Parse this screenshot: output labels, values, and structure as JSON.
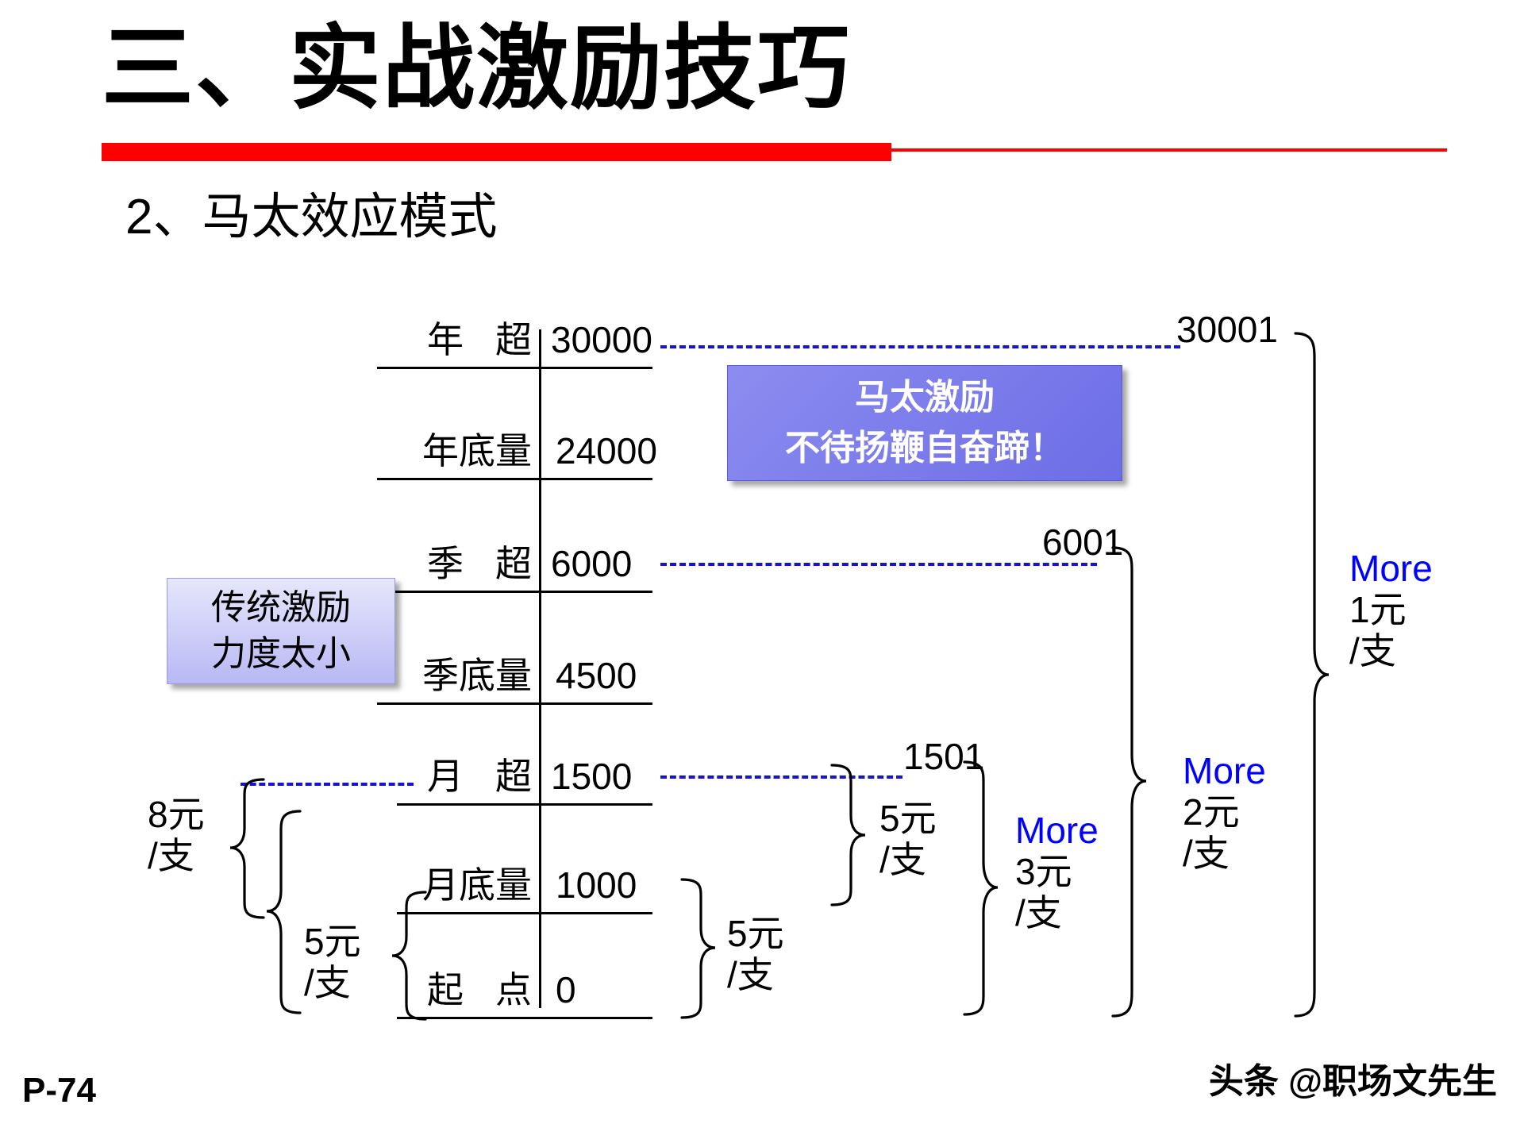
{
  "header": {
    "title": "三、实战激励技巧",
    "subtitle": "2、马太效应模式"
  },
  "scale_rows": [
    {
      "label_left": "年",
      "label_right": "超",
      "value": "30000"
    },
    {
      "label_left": "年底量",
      "label_right": "",
      "value": "24000"
    },
    {
      "label_left": "季",
      "label_right": "超",
      "value": "6000"
    },
    {
      "label_left": "季底量",
      "label_right": "",
      "value": "4500"
    },
    {
      "label_left": "月",
      "label_right": "超",
      "value": "1500"
    },
    {
      "label_left": "月底量",
      "label_right": "",
      "value": "1000"
    },
    {
      "label_left": "起",
      "label_right": "点",
      "value": "0"
    }
  ],
  "threshold_numbers": {
    "year": "30001",
    "quarter": "6001",
    "month": "1501"
  },
  "callouts": {
    "traditional": {
      "line1": "传统激励",
      "line2": "力度太小"
    },
    "matthew": {
      "line1": "马太激励",
      "line2": "不待扬鞭自奋蹄！"
    }
  },
  "rate_labels": {
    "base_8": {
      "amount": "8元",
      "unit": "/支"
    },
    "base_5_inner": {
      "amount": "5元",
      "unit": "/支"
    },
    "tier_5_low": {
      "amount": "5元",
      "unit": "/支"
    },
    "tier_5_high": {
      "amount": "5元",
      "unit": "/支"
    },
    "more_3": {
      "word": "More",
      "amount": "3元",
      "unit": "/支"
    },
    "more_2": {
      "word": "More",
      "amount": "2元",
      "unit": "/支"
    },
    "more_1": {
      "word": "More",
      "amount": "1元",
      "unit": "/支"
    }
  },
  "footer": {
    "page": "P-74",
    "watermark": "头条 @职场文先生"
  },
  "colors": {
    "accent_red": "#ff0000",
    "dash_blue": "#1414d2",
    "more_blue": "#0000ff",
    "box_purple": "#6d6de6",
    "box_lilac": "#b8b8f4"
  }
}
